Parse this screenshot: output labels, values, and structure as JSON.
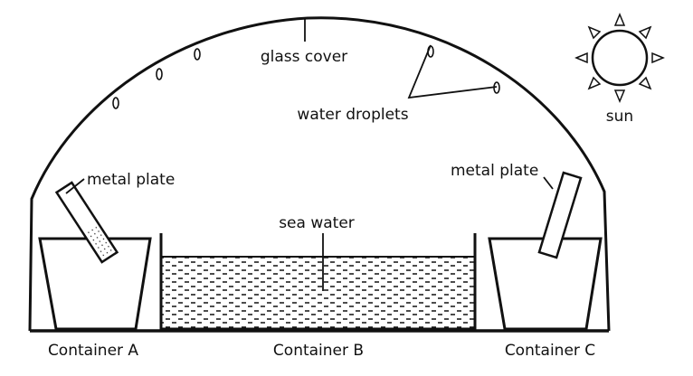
{
  "labels": {
    "glass_cover": "glass cover",
    "water_droplets": "water droplets",
    "sun": "sun",
    "metal_plate_left": "metal plate",
    "metal_plate_right": "metal plate",
    "sea_water": "sea water",
    "container_a": "Container A",
    "container_b": "Container B",
    "container_c": "Container C"
  },
  "colors": {
    "ink": "#111111",
    "background": "#ffffff"
  }
}
